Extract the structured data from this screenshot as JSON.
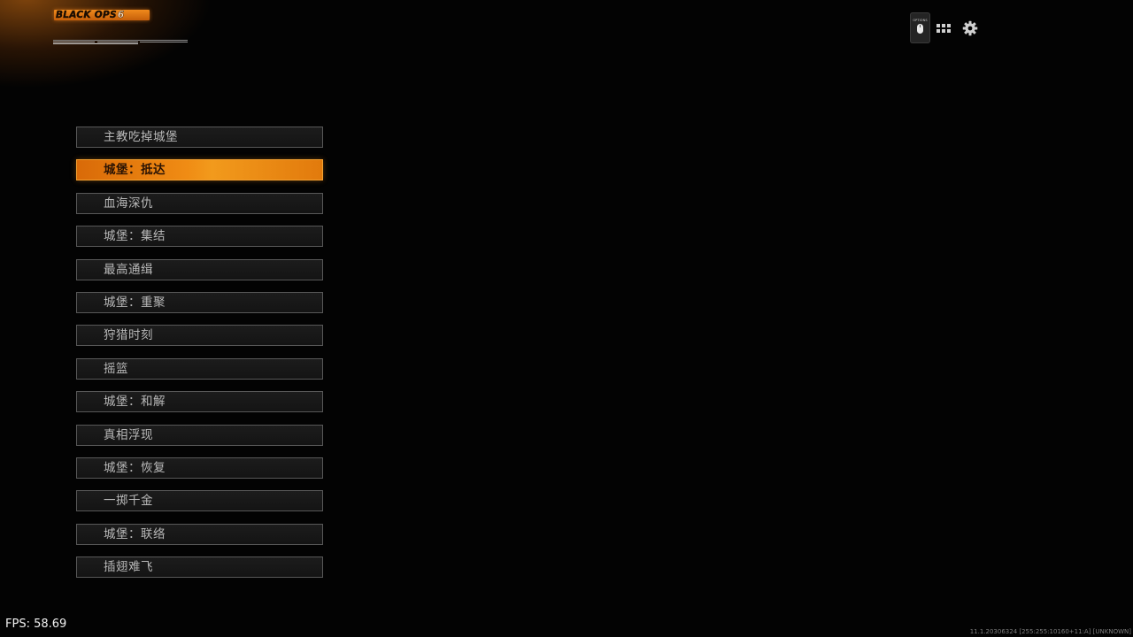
{
  "header": {
    "logo_text": "BLACK OPS",
    "logo_number": "6",
    "logo_color": "#f08a1c"
  },
  "top_icons": {
    "options_label": "OPTIONS",
    "options_icon": "mouse-icon",
    "grid_icon": "grid-icon",
    "settings_icon": "gear-icon"
  },
  "menu": {
    "items": [
      {
        "label": "主教吃掉城堡"
      },
      {
        "label": "城堡：抵达"
      },
      {
        "label": "血海深仇"
      },
      {
        "label": "城堡：集结"
      },
      {
        "label": "最高通缉"
      },
      {
        "label": "城堡：重聚"
      },
      {
        "label": "狩猎时刻"
      },
      {
        "label": "摇篮"
      },
      {
        "label": "城堡：和解"
      },
      {
        "label": "真相浮现"
      },
      {
        "label": "城堡：恢复"
      },
      {
        "label": "一掷千金"
      },
      {
        "label": "城堡：联络"
      },
      {
        "label": "插翅难飞"
      }
    ],
    "selected_index": 1,
    "accent_color": "#f08c14"
  },
  "footer": {
    "fps": "FPS: 58.69",
    "build": "11.1.20306324 [255:255:10160+11:A] [UNKNOWN]"
  }
}
